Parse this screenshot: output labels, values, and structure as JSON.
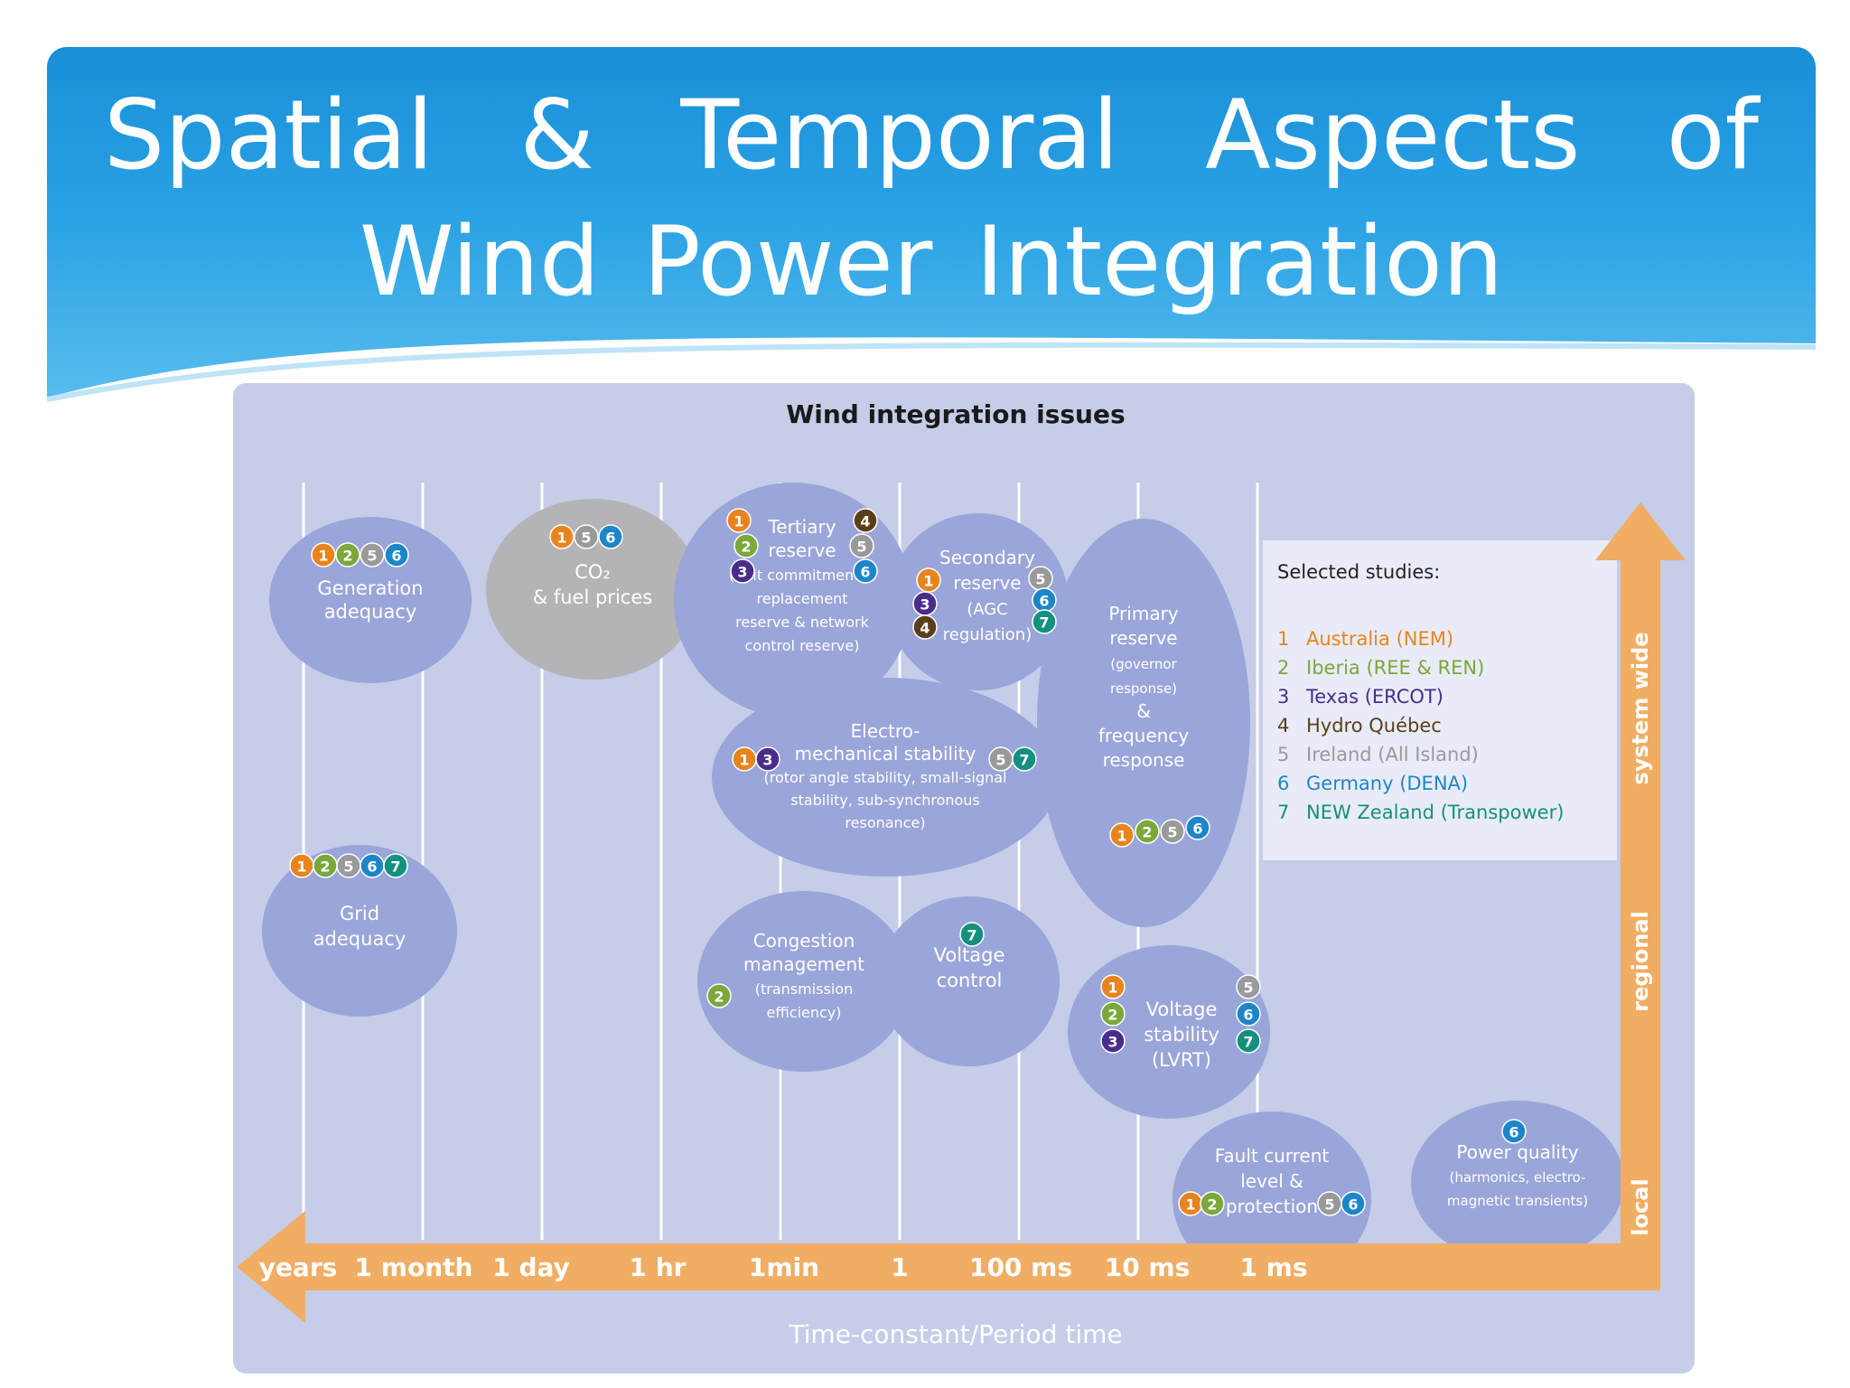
{
  "slide": {
    "title_line1": "Spatial  &  Temporal  Aspects  of",
    "title_line2": "Wind Power Integration"
  },
  "diagram": {
    "heading": "Wind integration issues",
    "time_axis": {
      "ticks": [
        "years",
        "1 month",
        "1 day",
        "1 hr",
        "1min",
        "1",
        "100 ms",
        "10 ms",
        "1 ms"
      ],
      "label": "Time-constant/Period time"
    },
    "spatial_axis": {
      "labels": [
        "local",
        "regional",
        "system wide"
      ]
    },
    "legend": {
      "title": "Selected studies:",
      "items": [
        {
          "num": "1",
          "name": "Australia (NEM)",
          "color": "#e8841e"
        },
        {
          "num": "2",
          "name": "Iberia (REE & REN)",
          "color": "#7aa83a"
        },
        {
          "num": "3",
          "name": "Texas (ERCOT)",
          "color": "#4a2d8a"
        },
        {
          "num": "4",
          "name": "Hydro Québec",
          "color": "#5a3f1a"
        },
        {
          "num": "5",
          "name": "Ireland (All Island)",
          "color": "#9a9a9a"
        },
        {
          "num": "6",
          "name": "Germany (DENA)",
          "color": "#1d86c8"
        },
        {
          "num": "7",
          "name": "NEW Zealand (Transpower)",
          "color": "#13907e"
        }
      ]
    },
    "issues": [
      {
        "id": "generation-adequacy",
        "lines": [
          "Generation",
          "adequacy"
        ],
        "studies": [
          "1",
          "2",
          "5",
          "6"
        ]
      },
      {
        "id": "co2-fuel-prices",
        "lines": [
          "CO₂",
          "& fuel prices"
        ],
        "studies": [
          "1",
          "5",
          "6"
        ]
      },
      {
        "id": "tertiary-reserve",
        "lines": [
          "Tertiary",
          "reserve",
          "(unit commitment &",
          "replacement",
          "reserve & network",
          "control reserve)"
        ],
        "studies": [
          "1",
          "2",
          "3",
          "4",
          "5",
          "6"
        ]
      },
      {
        "id": "secondary-reserve",
        "lines": [
          "Secondary",
          "reserve",
          "(AGC",
          "regulation)"
        ],
        "studies": [
          "1",
          "3",
          "4",
          "5",
          "6",
          "7"
        ]
      },
      {
        "id": "primary-reserve",
        "lines": [
          "Primary",
          "reserve",
          "(governor",
          "response)",
          "&",
          "frequency",
          "response"
        ],
        "studies": [
          "1",
          "2",
          "5",
          "6"
        ]
      },
      {
        "id": "electro-mechanical-stability",
        "lines": [
          "Electro-",
          "mechanical stability",
          "(rotor angle stability, small-signal",
          "stability, sub-synchronous",
          "resonance)"
        ],
        "studies": [
          "1",
          "3",
          "5",
          "7"
        ]
      },
      {
        "id": "grid-adequacy",
        "lines": [
          "Grid",
          "adequacy"
        ],
        "studies": [
          "1",
          "2",
          "5",
          "6",
          "7"
        ]
      },
      {
        "id": "congestion-management",
        "lines": [
          "Congestion",
          "management",
          "(transmission",
          "efficiency)"
        ],
        "studies": [
          "2"
        ]
      },
      {
        "id": "voltage-control",
        "lines": [
          "Voltage",
          "control"
        ],
        "studies": [
          "7"
        ]
      },
      {
        "id": "voltage-stability",
        "lines": [
          "Voltage",
          "stability",
          "(LVRT)"
        ],
        "studies": [
          "1",
          "2",
          "3",
          "5",
          "6",
          "7"
        ]
      },
      {
        "id": "fault-current",
        "lines": [
          "Fault current",
          "level &",
          "protection"
        ],
        "studies": [
          "1",
          "2",
          "5",
          "6"
        ]
      },
      {
        "id": "power-quality",
        "lines": [
          "Power quality",
          "(harmonics, electro-",
          "magnetic transients)"
        ],
        "studies": [
          "6"
        ]
      }
    ]
  }
}
